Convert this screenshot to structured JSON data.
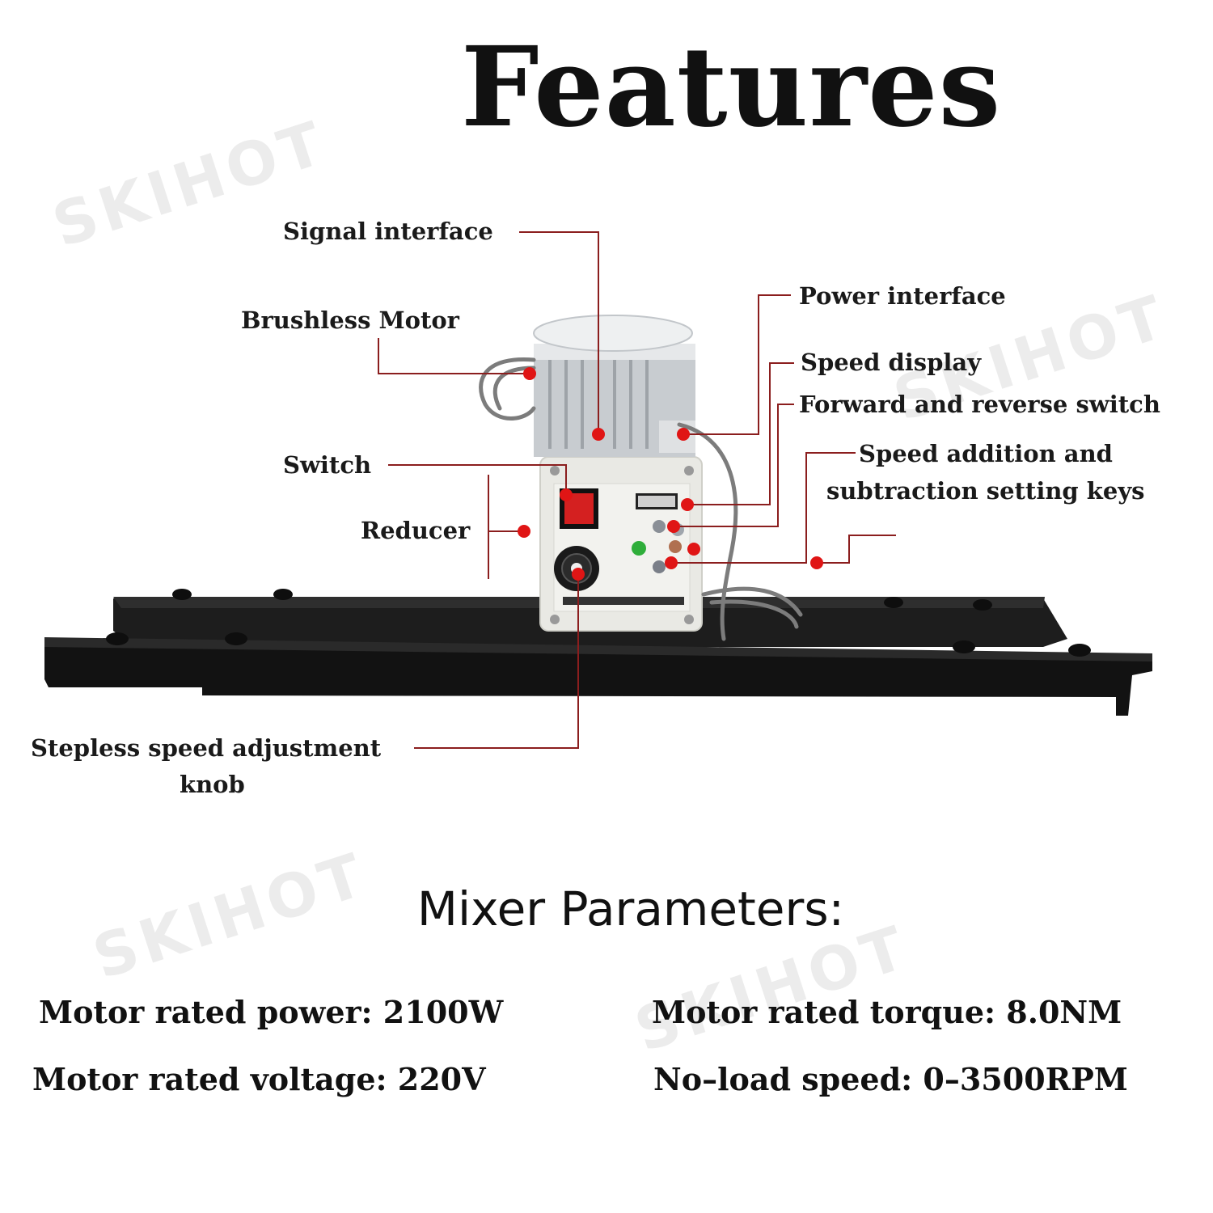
{
  "title": "Features",
  "watermark": "SKIHOT",
  "callouts": {
    "signal_interface": "Signal interface",
    "brushless_motor": "Brushless Motor",
    "power_interface": "Power interface",
    "speed_display": "Speed display",
    "forward_reverse_switch": "Forward and reverse switch",
    "speed_keys_line1": "Speed addition and",
    "speed_keys_line2": "subtraction setting keys",
    "switch": "Switch",
    "reducer": "Reducer",
    "knob_line1": "Stepless speed adjustment",
    "knob_line2": "knob"
  },
  "parameters": {
    "heading": "Mixer Parameters:",
    "power": "Motor rated power: 2100W",
    "torque": "Motor rated torque: 8.0NM",
    "voltage": "Motor rated voltage: 220V",
    "speed": "No–load speed: 0–3500RPM"
  },
  "colors": {
    "leader_line": "#8b1e1e",
    "marker_dot": "#e01515",
    "frame_black": "#161616",
    "housing": "#eeeeea"
  }
}
